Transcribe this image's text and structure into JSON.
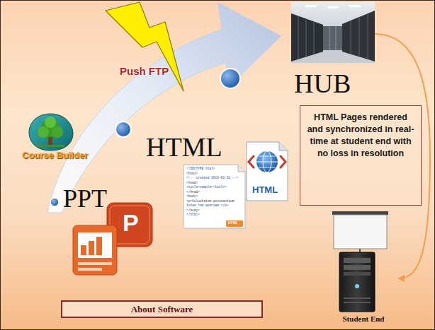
{
  "diagram": {
    "nodes": [
      {
        "text": [
          "HUB"
        ]
      },
      {
        "text": [
          "HTML Pages rendered and synchronized in real-time at student end with no loss in resolution"
        ]
      },
      {
        "text": [
          "Student End"
        ]
      },
      {
        "text": [
          "About Software"
        ]
      }
    ],
    "edges": [
      {
        "from": 0,
        "to": 2,
        "arrow": "to"
      }
    ],
    "labels": [
      "Push FTP",
      "Course Builder",
      "HTML",
      "PPT",
      "P",
      "<!DOCTYPE html>",
      "<html>",
      "<!-- created 2010-01-01 -->",
      "<head>",
      "<title>sample</title>",
      "</head>",
      "<body>",
      "<p>Voluptatem accusantium",
      "totam rem aperiam.</p>",
      "</body>",
      "</html>",
      "HTML",
      "HTML"
    ]
  }
}
